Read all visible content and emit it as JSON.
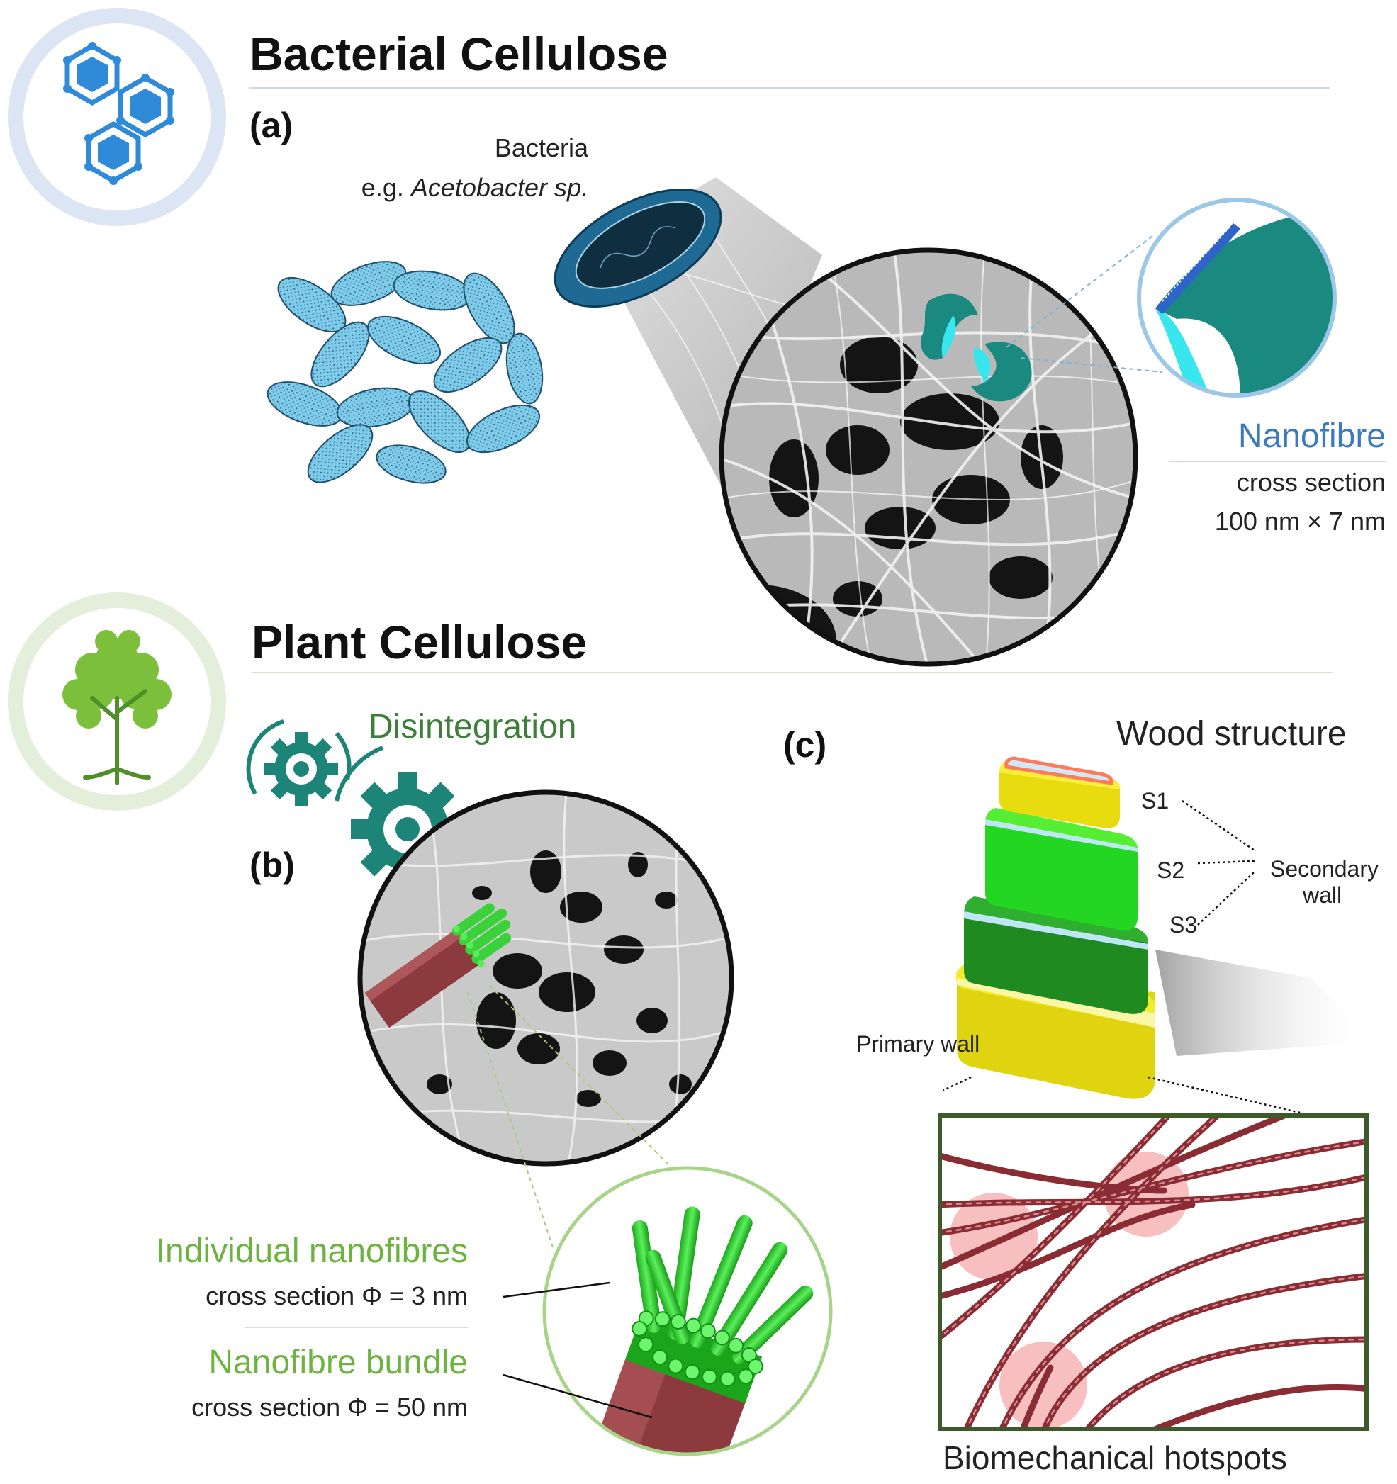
{
  "bacterial": {
    "title": "Bacterial Cellulose",
    "panel": "(a)",
    "bacteria_label": "Bacteria",
    "example_prefix": "e.g. ",
    "example_species": "Acetobacter sp.",
    "nanofibre_title": "Nanofibre",
    "cross_section_label": "cross section",
    "cross_section_value": "100 nm × 7 nm"
  },
  "plant": {
    "title": "Plant Cellulose",
    "panel_b": "(b)",
    "disintegration": "Disintegration",
    "individual_title": "Individual nanofibres",
    "individual_cs": "cross section Φ = 3 nm",
    "bundle_title": "Nanofibre bundle",
    "bundle_cs": "cross section Φ = 50 nm",
    "panel_c": "(c)",
    "wood_title": "Wood structure",
    "s1": "S1",
    "s2": "S2",
    "s3": "S3",
    "secondary_line1": "Secondary",
    "secondary_line2": "wall",
    "primary_wall": "Primary wall",
    "hotspots": "Biomechanical hotspots"
  },
  "colors": {
    "bacteria_blue": "#78c8e8",
    "teal": "#1a8a80",
    "cyan": "#38e6ee",
    "plant_green": "#6cb33f",
    "fibre_red": "#9a3b43",
    "hotspot": "#f08a8a"
  }
}
